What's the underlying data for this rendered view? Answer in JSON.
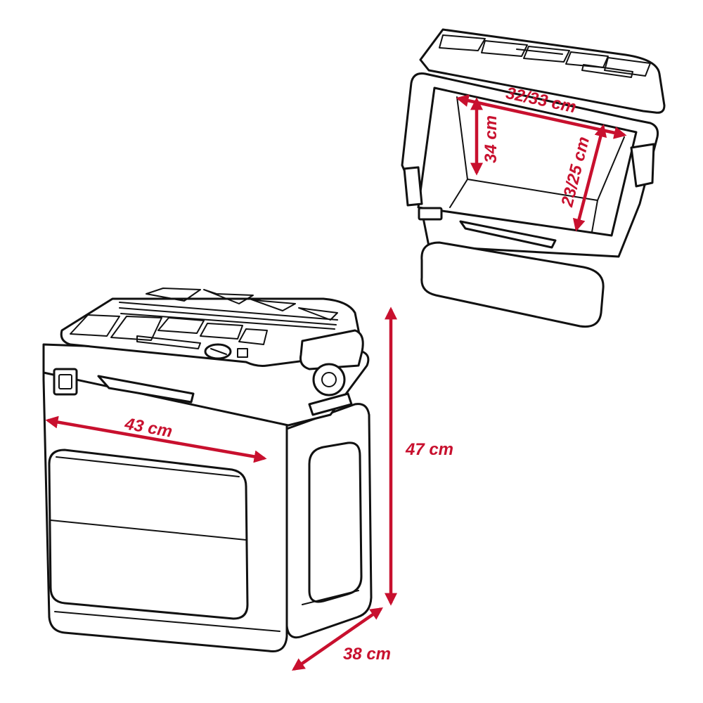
{
  "colors": {
    "dimension": "#c8102e",
    "outline": "#111111",
    "background": "#ffffff"
  },
  "dimensions": {
    "outer_width": "43 cm",
    "outer_depth": "38 cm",
    "outer_height": "47 cm",
    "inner_width": "32/33 cm",
    "inner_height": "34 cm",
    "inner_depth": "23/25 cm"
  }
}
